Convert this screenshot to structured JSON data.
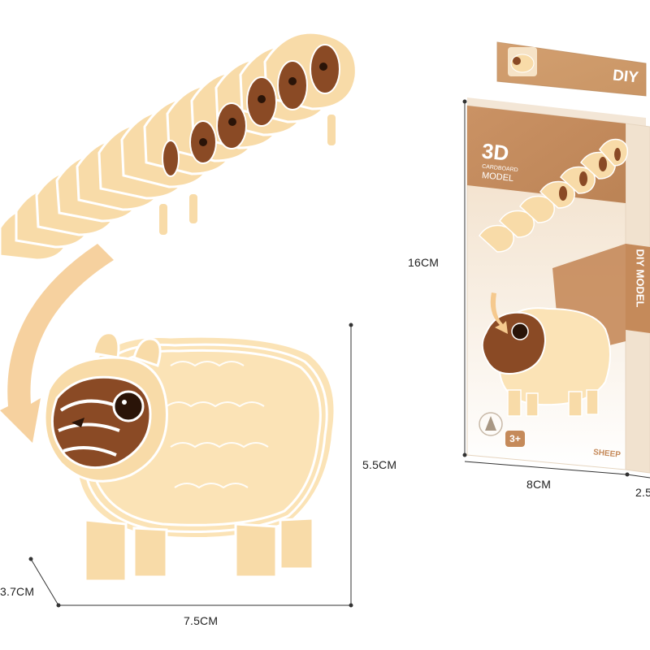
{
  "product": {
    "box_tag": "DIY",
    "box_title": "3D",
    "box_subtitle_1": "CARDBOARD",
    "box_subtitle_2": "MODEL",
    "box_side_text": "DIY MODEL",
    "age_badge": "3+",
    "animal_name": "SHEEP"
  },
  "dimensions": {
    "box_height": "16CM",
    "box_width": "8CM",
    "box_depth": "2.5",
    "model_height": "5.5CM",
    "model_length": "7.5CM",
    "model_depth": "3.7CM"
  },
  "colors": {
    "cream": "#f8dba8",
    "cream_light": "#fbe6bd",
    "brown": "#8a4a25",
    "box_brown": "#c58a5a",
    "box_tan": "#e7c79e",
    "edge_white": "#ffffff"
  }
}
